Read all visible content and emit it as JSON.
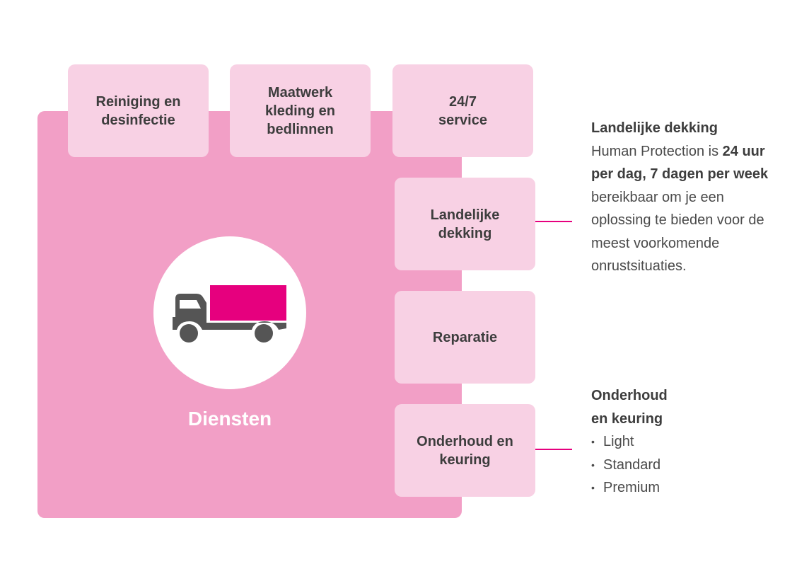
{
  "colors": {
    "panel": "#f29fc6",
    "card": "#f8d1e4",
    "accent": "#e6007e",
    "truck_body": "#555555",
    "text_dark": "#3d3d3d",
    "text_body": "#4a4a4a"
  },
  "hub": {
    "label": "Diensten",
    "icon": "truck-icon"
  },
  "top_cards": [
    {
      "label": "Reiniging en desinfectie"
    },
    {
      "label": "Maatwerk kleding en bedlinnen"
    },
    {
      "label": "24/7\nservice"
    }
  ],
  "side_cards": [
    {
      "label": "Landelijke dekking"
    },
    {
      "label": "Reparatie"
    },
    {
      "label": "Onderhoud en keuring"
    }
  ],
  "descriptions": {
    "coverage": {
      "heading": "Landelijke dekking",
      "text_before": "Human Protection is ",
      "text_bold": "24 uur per dag, 7 dagen per week",
      "text_after": " bereikbaar om je een oplossing te bieden voor de meest voorkomende onrustsituaties."
    },
    "maintenance": {
      "heading_line1": "Onderhoud",
      "heading_line2": "en keuring",
      "items": [
        "Light",
        "Standard",
        "Premium"
      ],
      "bullet": "•"
    }
  }
}
